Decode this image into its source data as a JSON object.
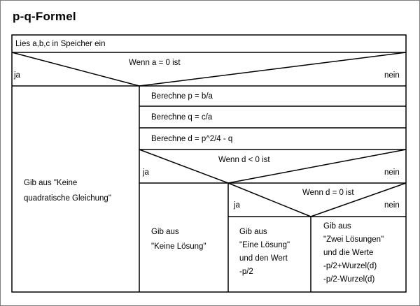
{
  "title": "p-q-Formel",
  "steps": {
    "read": "Lies a,b,c in Speicher ein",
    "cond_a": "Wenn a = 0 ist",
    "yes": "ja",
    "no": "nein",
    "out_not_quadratic": "Gib aus \"Keine\nquadratische Gleichung\"",
    "calc_p": "Berechne p = b/a",
    "calc_q": "Berechne q = c/a",
    "calc_d": "Berechne d = p^2/4 - q",
    "cond_d_neg": "Wenn  d < 0 ist",
    "cond_d_zero": "Wenn  d = 0 ist",
    "out_no_solution": "Gib aus\n\"Keine Lösung\"",
    "out_one_solution": "Gib aus\n\"Eine Lösung\"\nund den Wert\n-p/2",
    "out_two_solutions": "Gib aus\n\"Zwei Lösungen\"\nund die Werte\n-p/2+Wurzel(d)\n-p/2-Wurzel(d)"
  },
  "colors": {
    "line": "#000000",
    "frame": "#7f7f7f"
  }
}
